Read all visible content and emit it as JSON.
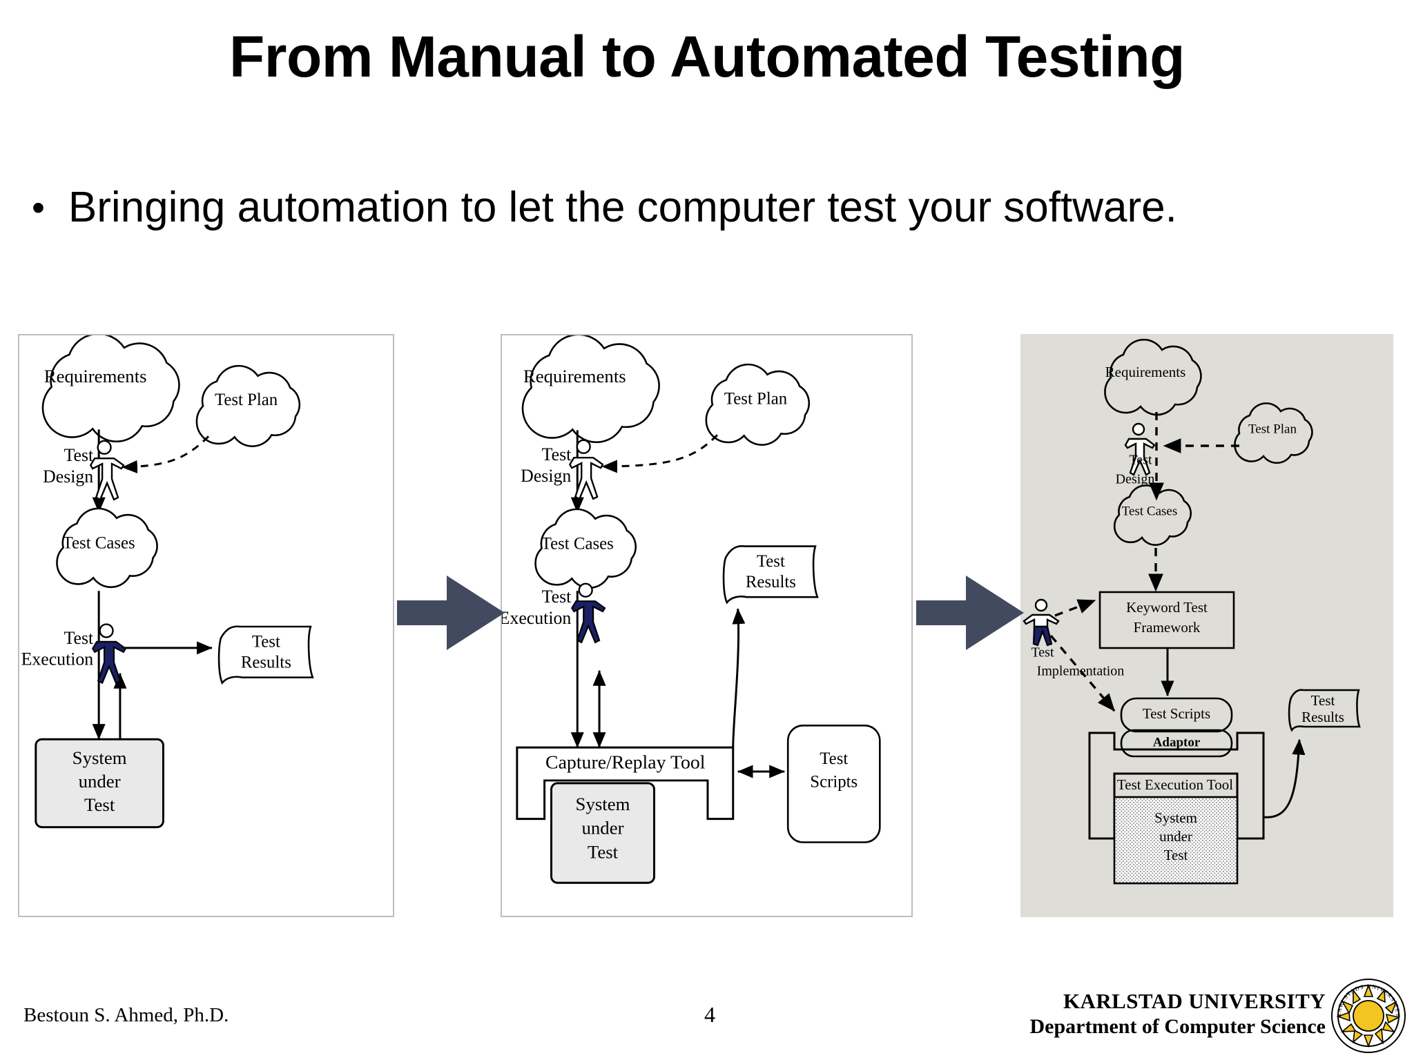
{
  "slide": {
    "title": "From Manual to Automated Testing",
    "bullet_marker": "•",
    "bullet_text": "Bringing automation to let the computer test your software."
  },
  "colors": {
    "background": "#ffffff",
    "panel3_background": "#deddd8",
    "panel_border": "#bdbdbd",
    "transition_arrow": "#414a5e",
    "system_under_test_fill": "#e9e9e9",
    "figure_navy": "#1b1f63",
    "logo_sun": "#f2c520",
    "text": "#000000"
  },
  "panels": [
    {
      "name": "manual-testing",
      "nodes": {
        "requirements": "Requirements",
        "test_plan": "Test Plan",
        "test_design_line1": "Test",
        "test_design_line2": "Design",
        "test_cases": "Test Cases",
        "test_execution_line1": "Test",
        "test_execution_line2": "Execution",
        "test_results_line1": "Test",
        "test_results_line2": "Results",
        "system_under_test_line1": "System",
        "system_under_test_line2": "under",
        "system_under_test_line3": "Test"
      }
    },
    {
      "name": "capture-replay-testing",
      "nodes": {
        "requirements": "Requirements",
        "test_plan": "Test Plan",
        "test_design_line1": "Test",
        "test_design_line2": "Design",
        "test_cases": "Test Cases",
        "test_execution_line1": "Test",
        "test_execution_line2": "Execution",
        "test_results_line1": "Test",
        "test_results_line2": "Results",
        "capture_replay_tool": "Capture/Replay Tool",
        "test_scripts_line1": "Test",
        "test_scripts_line2": "Scripts",
        "system_under_test_line1": "System",
        "system_under_test_line2": "under",
        "system_under_test_line3": "Test"
      }
    },
    {
      "name": "keyword-driven-testing",
      "nodes": {
        "requirements": "Requirements",
        "test_plan": "Test Plan",
        "test_design_line1": "Test",
        "test_design_line2": "Design",
        "test_cases": "Test Cases",
        "test_implementation_line1": "Test",
        "test_implementation_line2": "Implementation",
        "keyword_test_framework_line1": "Keyword Test",
        "keyword_test_framework_line2": "Framework",
        "test_scripts": "Test Scripts",
        "adaptor": "Adaptor",
        "test_execution_tool": "Test Execution Tool",
        "test_results_line1": "Test",
        "test_results_line2": "Results",
        "system_under_test_line1": "System",
        "system_under_test_line2": "under",
        "system_under_test_line3": "Test"
      }
    }
  ],
  "footer": {
    "author": "Bestoun S. Ahmed, Ph.D.",
    "page_number": "4",
    "organization_line1": "KARLSTAD UNIVERSITY",
    "organization_line2": "Department of Computer Science",
    "logo_text": "KARLSTADS UNIVERSITET"
  }
}
